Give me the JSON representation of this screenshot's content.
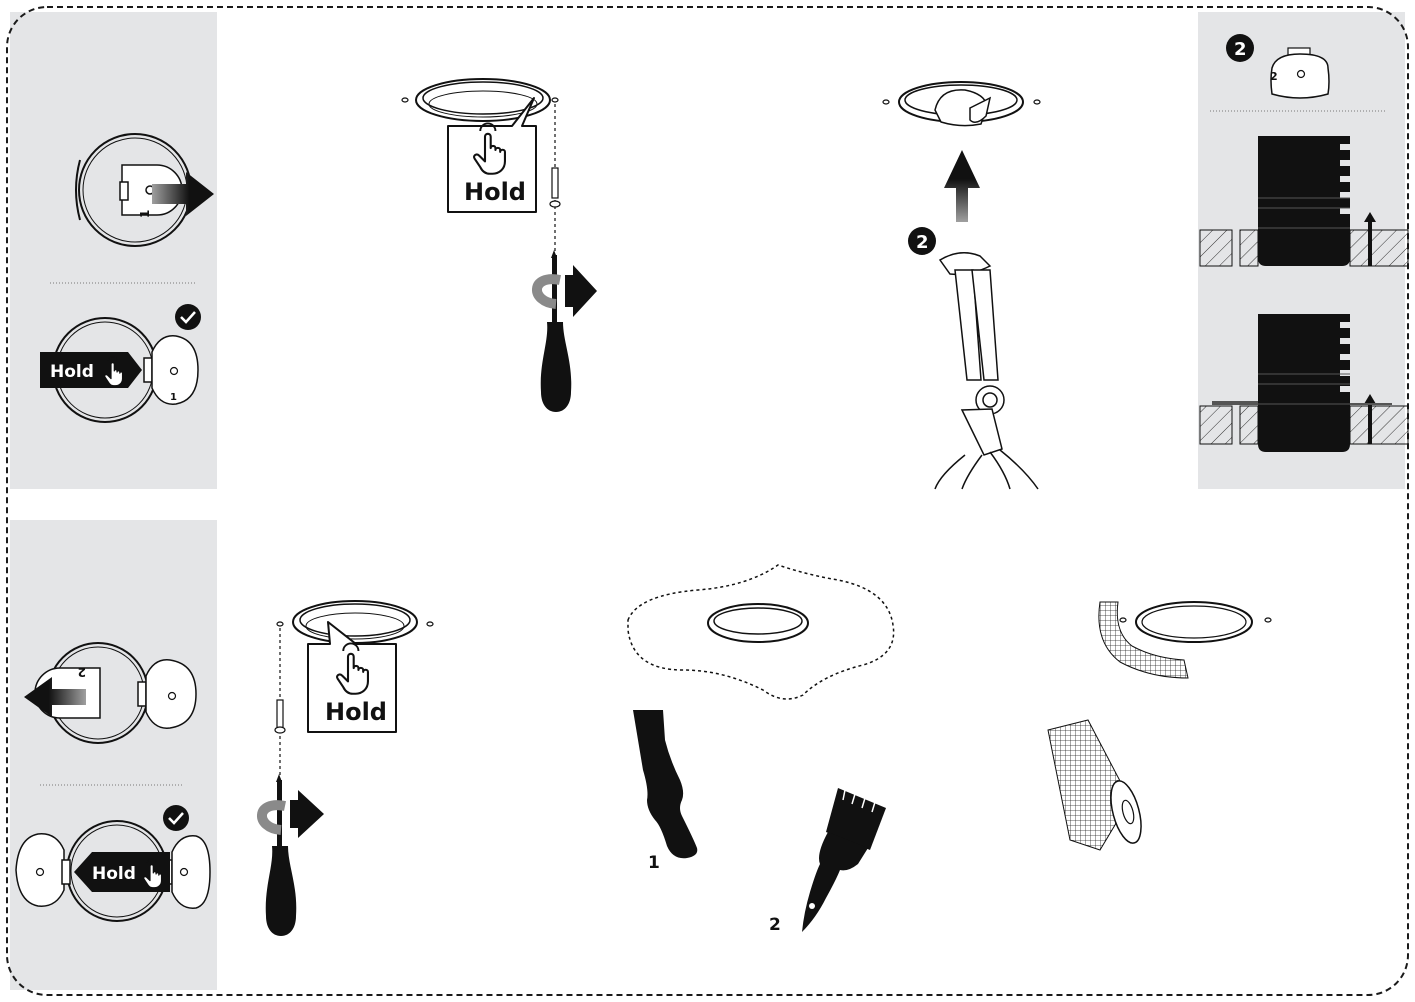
{
  "labels": {
    "hold": "Hold",
    "step_two": "2",
    "tool_one": "1",
    "tool_two": "2",
    "key_one": "1",
    "key_two": "2"
  },
  "colors": {
    "panel": "#e4e5e7",
    "ink": "#111111",
    "border": "#1a1a1a",
    "white": "#ffffff",
    "arrow_start": "#9a9a9a"
  },
  "icons": [
    "hand-pointer-icon",
    "check-icon",
    "arrow-right-icon",
    "arrow-left-icon",
    "arrow-up-icon",
    "rotate-icon",
    "screwdriver-icon",
    "pliers-icon",
    "scraper-icon",
    "brush-icon",
    "mesh-tape-icon"
  ]
}
